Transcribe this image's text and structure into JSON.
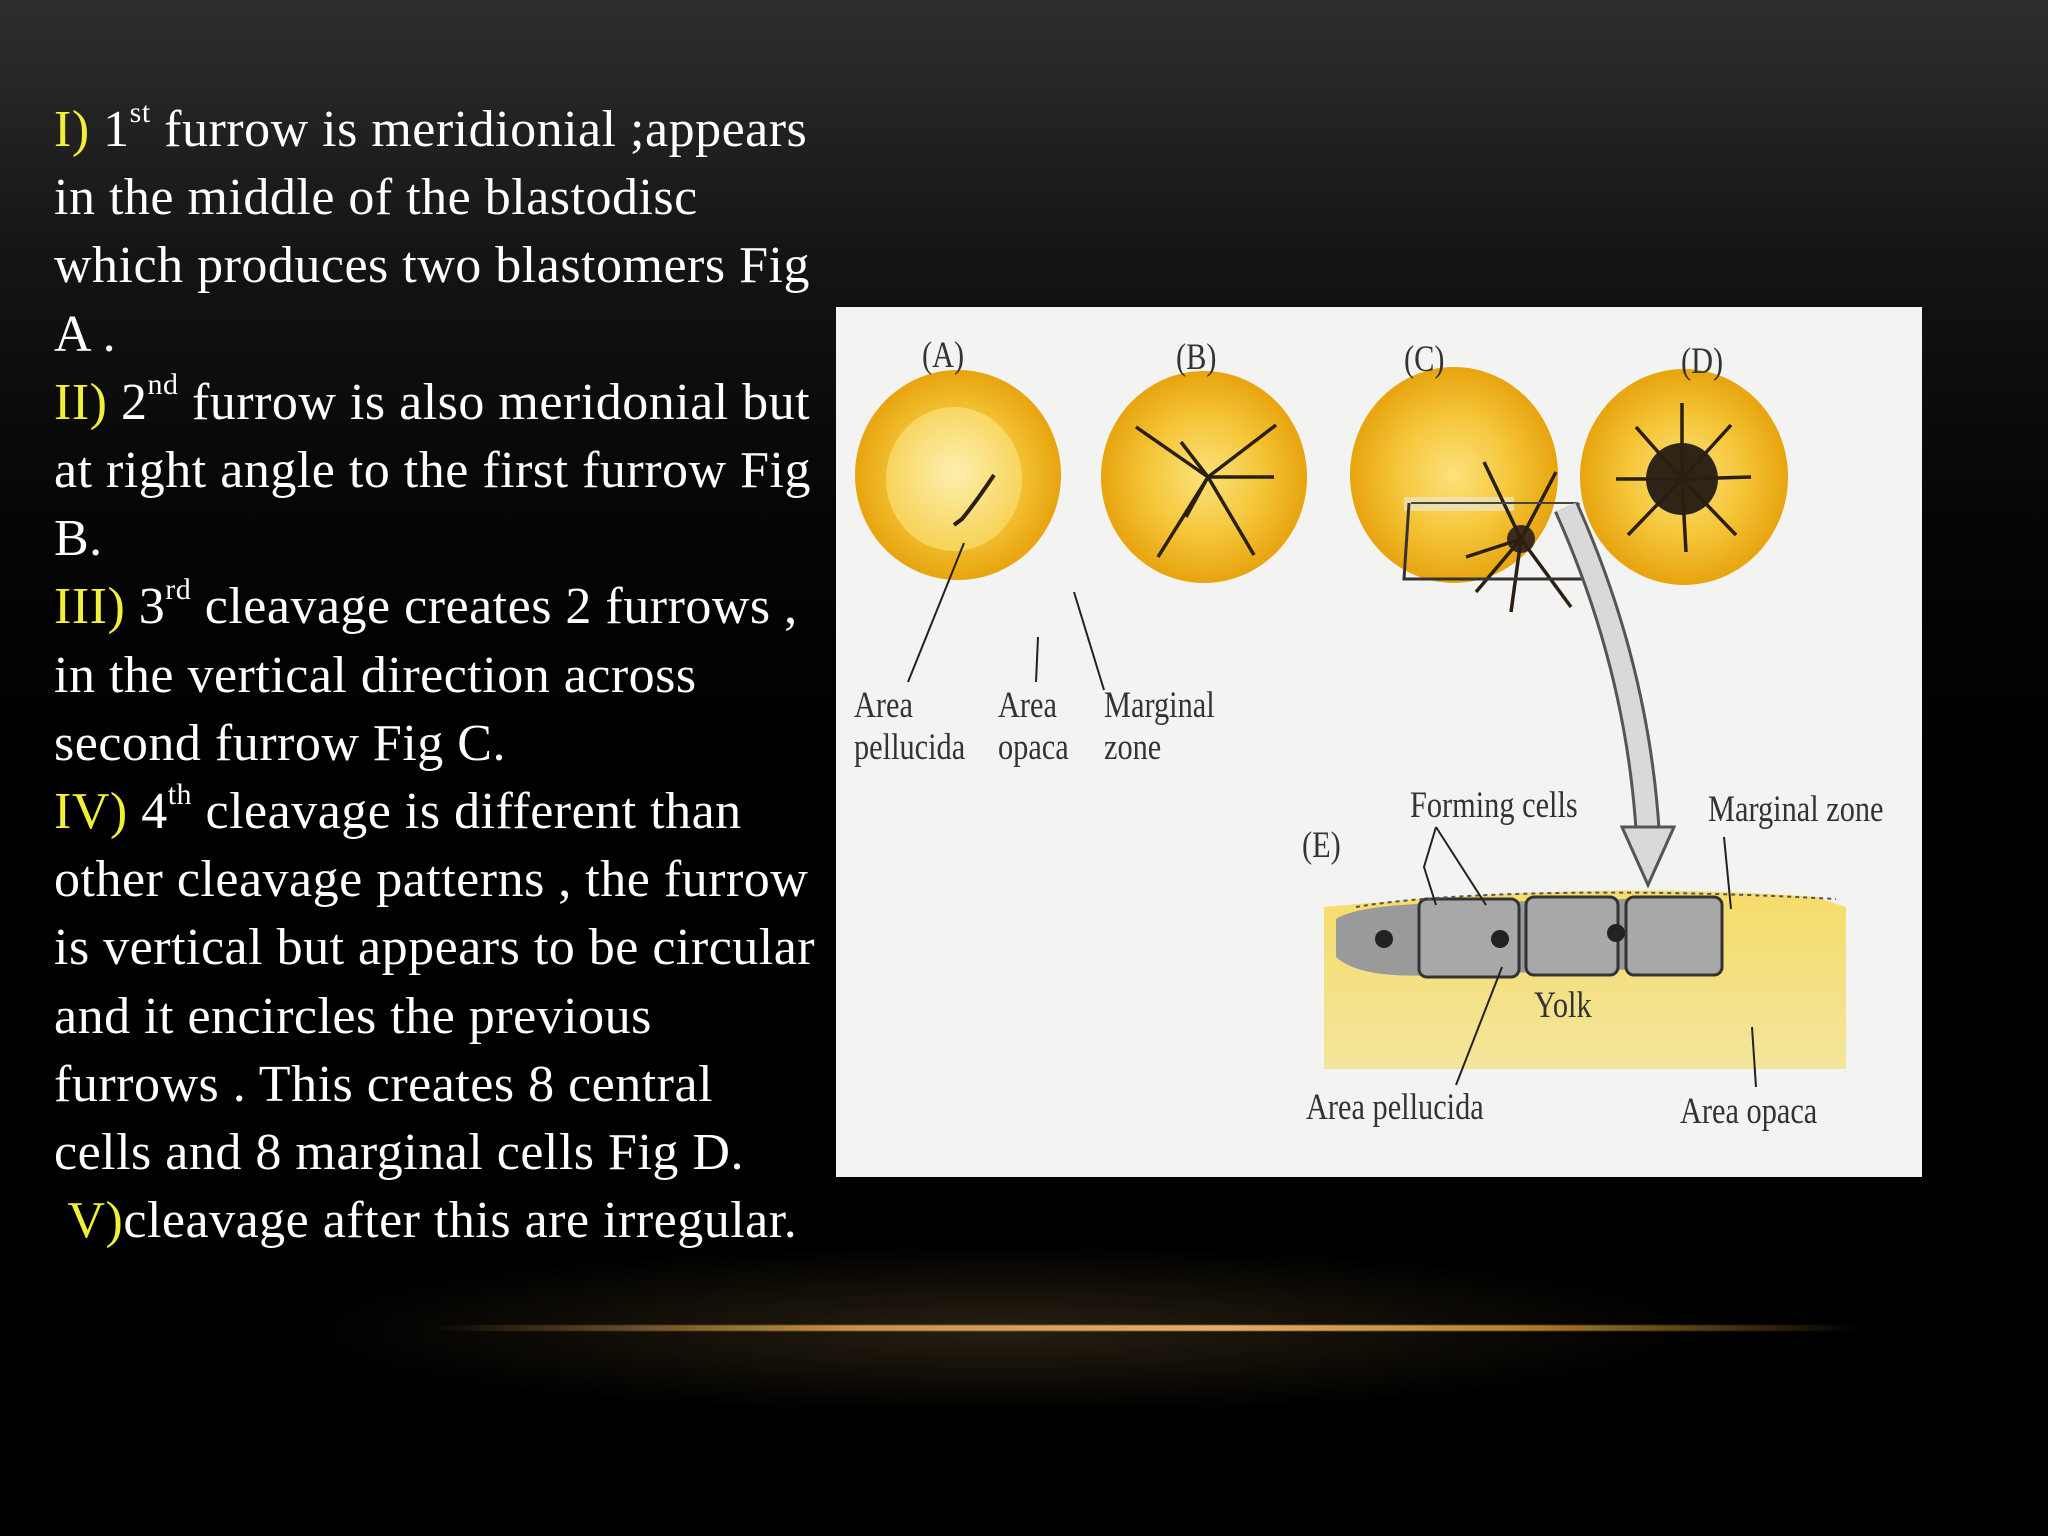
{
  "text": {
    "p1": {
      "num": "I)",
      "sup_base": "1",
      "sup": "st",
      "text": "  furrow is meridionial ;appears in the middle of the blastodisc which produces two blastomers Fig A ."
    },
    "p2": {
      "num": "II)",
      "sup_base": "2",
      "sup": "nd",
      "text": " furrow is also meridonial but at right angle to the first furrow Fig B."
    },
    "p3": {
      "num": "III)",
      "sup_base": "3",
      "sup": "rd",
      "text": " cleavage creates 2 furrows , in the vertical direction across second furrow Fig C."
    },
    "p4": {
      "num": "IV)",
      "sup_base": "4",
      "sup": "th",
      "text": " cleavage is different than other cleavage patterns , the furrow is vertical but appears to be circular and it encircles the previous furrows . This creates 8 central cells and 8 marginal cells Fig D."
    },
    "p5": {
      "num": " V)",
      "text": "cleavage after this are irregular."
    }
  },
  "figure": {
    "labels": {
      "a": "(A)",
      "b": "(B)",
      "c": "(C)",
      "d": "(D)",
      "e": "(E)",
      "area": "Area",
      "pellucida": "pellucida",
      "area2": "Area",
      "opaca": "opaca",
      "marginal": "Marginal",
      "zone": "zone",
      "forming_cells": "Forming cells",
      "marginal_zone": "Marginal zone",
      "yolk": "Yolk",
      "area_pellucida": "Area pellucida",
      "area_opaca": "Area opaca"
    },
    "colors": {
      "yolk": "#f0b81e",
      "disc": "#fae58a",
      "cells": "#9a9a9a"
    }
  }
}
